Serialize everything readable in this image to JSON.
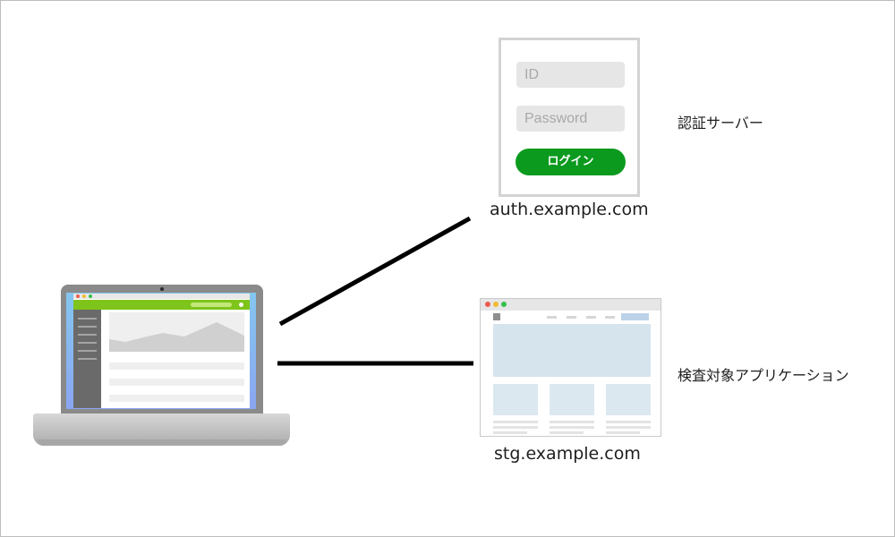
{
  "auth_server": {
    "domain": "auth.example.com",
    "role": "認証サーバー",
    "login_form": {
      "id_placeholder": "ID",
      "password_placeholder": "Password",
      "login_button": "ログイン",
      "button_color": "#0b9a1e"
    }
  },
  "target_app": {
    "domain": "stg.example.com",
    "role": "検査対象アプリケーション"
  },
  "client": {
    "device": "laptop-icon",
    "app_header_color": "#7ec41a",
    "screen_gradient": [
      "#84c7ef",
      "#8aa6f2"
    ]
  },
  "connections": [
    {
      "from": "client",
      "to": "auth_server"
    },
    {
      "from": "client",
      "to": "target_app"
    }
  ]
}
